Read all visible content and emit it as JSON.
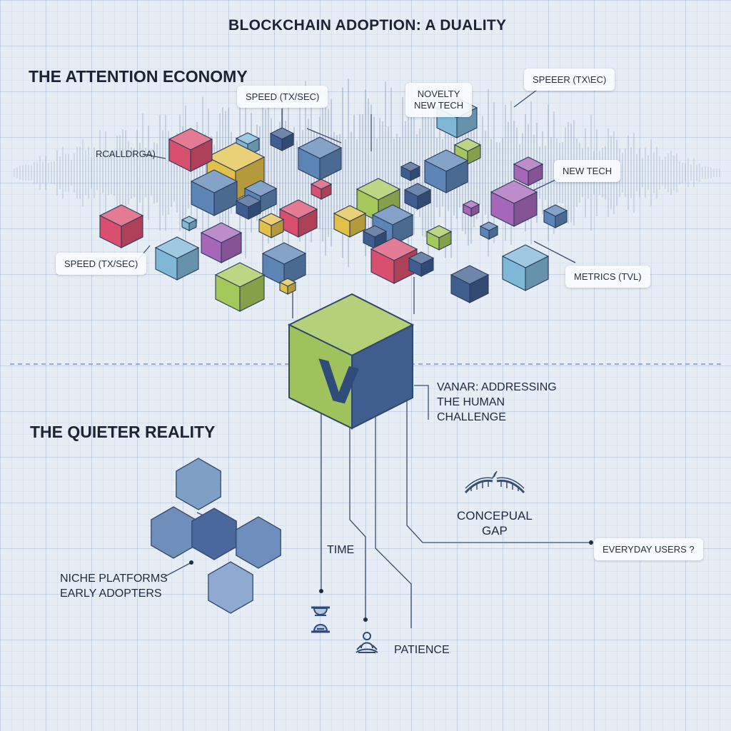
{
  "title": "BLOCKCHAIN ADOPTION: A DUALITY",
  "sections": {
    "attention": "THE ATTENTION ECONOMY",
    "quieter": "THE QUIETER REALITY"
  },
  "top_labels": {
    "speed_top": "SPEED (TX/SEC)",
    "novelty_line1": "NOVELTY",
    "novelty_line2": "NEW TECH",
    "speeer": "SPEEER (TX\\EC)",
    "rcall": "RCALLDRGA)",
    "new_tech": "NEW TECH",
    "speed_left": "SPEED (TX/SEC)",
    "metrics": "METRICS (TVL)"
  },
  "center_cube": {
    "logo_letter": "V",
    "callout_lines": [
      "VANAR: ADDRESSING",
      "THE HUMAN",
      "CHALLENGE"
    ]
  },
  "bottom": {
    "niche_lines": [
      "NICHE PLATFORMS",
      "EARLY ADOPTERS"
    ],
    "time": "TIME",
    "patience": "PATIENCE",
    "gap_lines": [
      "CONCEPUAL",
      "GAP"
    ],
    "everyday": "EVERYDAY USERS ?"
  },
  "colors": {
    "red": "#d9506e",
    "yellow": "#e2c14a",
    "green": "#a5c85a",
    "blue": "#5c84b5",
    "sky": "#7fb7d6",
    "purple": "#a667b8",
    "navy": "#3f5d8e",
    "line": "#3a4f6e"
  },
  "icons": [
    "hourglass-icon",
    "meditating-person-icon",
    "broken-bridge-icon"
  ]
}
